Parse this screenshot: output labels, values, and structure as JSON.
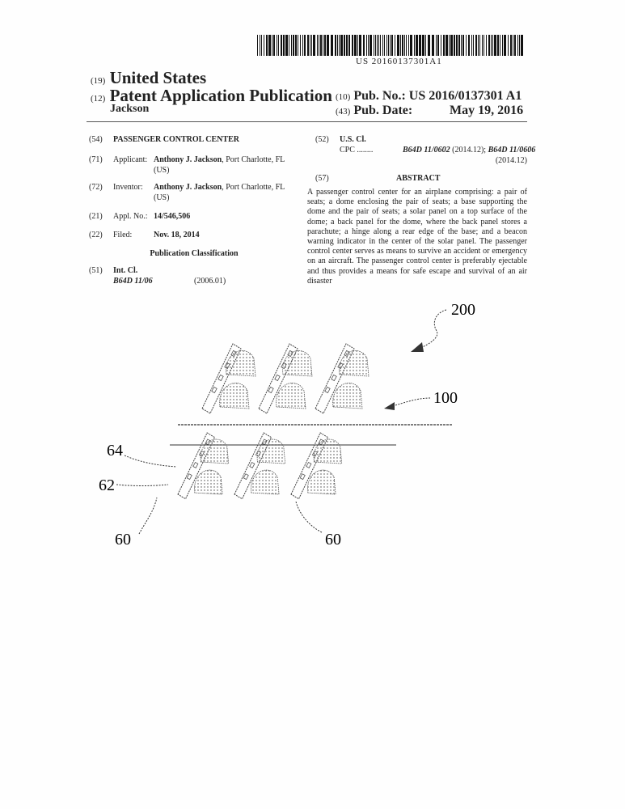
{
  "header": {
    "pub_number_small": "US 20160137301A1",
    "country_code": "(19)",
    "country": "United States",
    "type_code": "(12)",
    "type": "Patent Application Publication",
    "inventor_surname": "Jackson",
    "pubno_code": "(10)",
    "pubno_label": "Pub. No.:",
    "pubno_value": "US 2016/0137301 A1",
    "pubdate_code": "(43)",
    "pubdate_label": "Pub. Date:",
    "pubdate_value": "May 19, 2016"
  },
  "left": {
    "title_code": "(54)",
    "title": "PASSENGER CONTROL CENTER",
    "applicant_code": "(71)",
    "applicant_label": "Applicant:",
    "applicant_name": "Anthony J. Jackson",
    "applicant_loc": ", Port Charlotte, FL",
    "applicant_country": "(US)",
    "inventor_code": "(72)",
    "inventor_label": "Inventor:",
    "inventor_name": "Anthony J. Jackson",
    "inventor_loc": ", Port Charlotte, FL",
    "inventor_country": "(US)",
    "appl_code": "(21)",
    "appl_label": "Appl. No.:",
    "appl_value": "14/546,506",
    "filed_code": "(22)",
    "filed_label": "Filed:",
    "filed_value": "Nov. 18, 2014",
    "pubclass_heading": "Publication Classification",
    "intcl_code": "(51)",
    "intcl_label": "Int. Cl.",
    "intcl_class": "B64D 11/06",
    "intcl_year": "(2006.01)"
  },
  "right": {
    "uscl_code": "(52)",
    "uscl_label": "U.S. Cl.",
    "cpc_label": "CPC ........",
    "cpc_class1": "B64D 11/0602",
    "cpc_year1": "(2014.12);",
    "cpc_class2": "B64D 11/0606",
    "cpc_year2": "(2014.12)",
    "abstract_code": "(57)",
    "abstract_heading": "ABSTRACT",
    "abstract_text": "A passenger control center for an airplane comprising: a pair of seats; a dome enclosing the pair of seats; a base supporting the dome and the pair of seats; a solar panel on a top surface of the dome; a back panel for the dome, where the back panel stores a parachute; a hinge along a rear edge of the base; and a beacon warning indicator in the center of the solar panel. The passenger control center serves as means to survive an accident or emergency on an aircraft. The passenger control center is preferably ejectable and thus provides a means for safe escape and survival of an air disaster"
  },
  "figure": {
    "ref_200": "200",
    "ref_100": "100",
    "ref_64": "64",
    "ref_62": "62",
    "ref_60_left": "60",
    "ref_60_right": "60"
  }
}
